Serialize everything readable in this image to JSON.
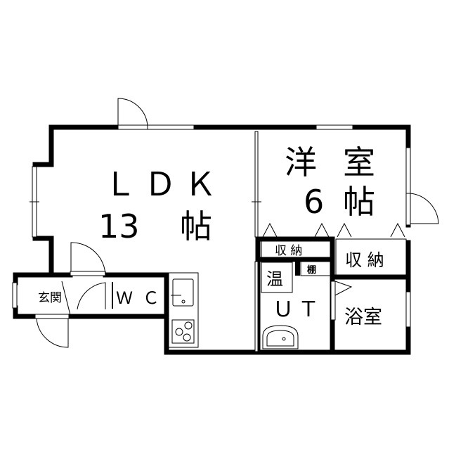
{
  "rooms": {
    "ldk_name": "ＬＤＫ",
    "ldk_size_num": "13",
    "ldk_size_unit": "帖",
    "bedroom_name_1": "洋",
    "bedroom_name_2": "室",
    "bedroom_size_num": "6",
    "bedroom_size_unit": "帖",
    "storage_1": "収 納",
    "storage_2": "収 納",
    "shelf": "棚",
    "water_heater": "温",
    "utility": "ＵＴ",
    "bathroom": "浴室",
    "toilet": "ＷＣ",
    "entrance": "玄関"
  }
}
